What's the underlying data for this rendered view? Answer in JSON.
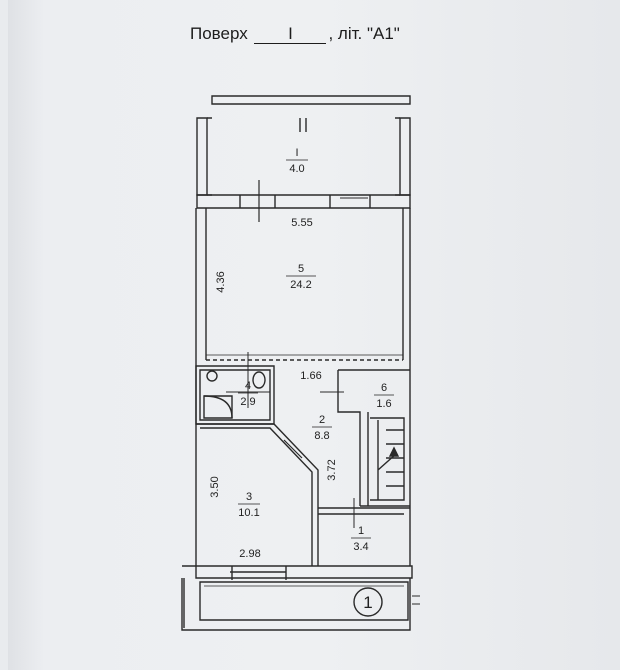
{
  "header": {
    "floor_prefix": "Поверх",
    "floor_value": "I",
    "lit_text": ", літ. \"А1\""
  },
  "rooms": [
    {
      "id": "room-I",
      "number": "I",
      "area": "4.0"
    },
    {
      "id": "room-5",
      "number": "5",
      "area": "24.2"
    },
    {
      "id": "room-4",
      "number": "4",
      "area": "2.9"
    },
    {
      "id": "room-6",
      "number": "6",
      "area": "1.6"
    },
    {
      "id": "room-2",
      "number": "2",
      "area": "8.8"
    },
    {
      "id": "room-3",
      "number": "3",
      "area": "10.1"
    },
    {
      "id": "room-1",
      "number": "1",
      "area": "3.4"
    }
  ],
  "dimensions": {
    "d555": "5.55",
    "d436": "4.36",
    "d166": "1.66",
    "d372": "3.72",
    "d350": "3.50",
    "d298": "2.98"
  },
  "entrance_marker": "1"
}
